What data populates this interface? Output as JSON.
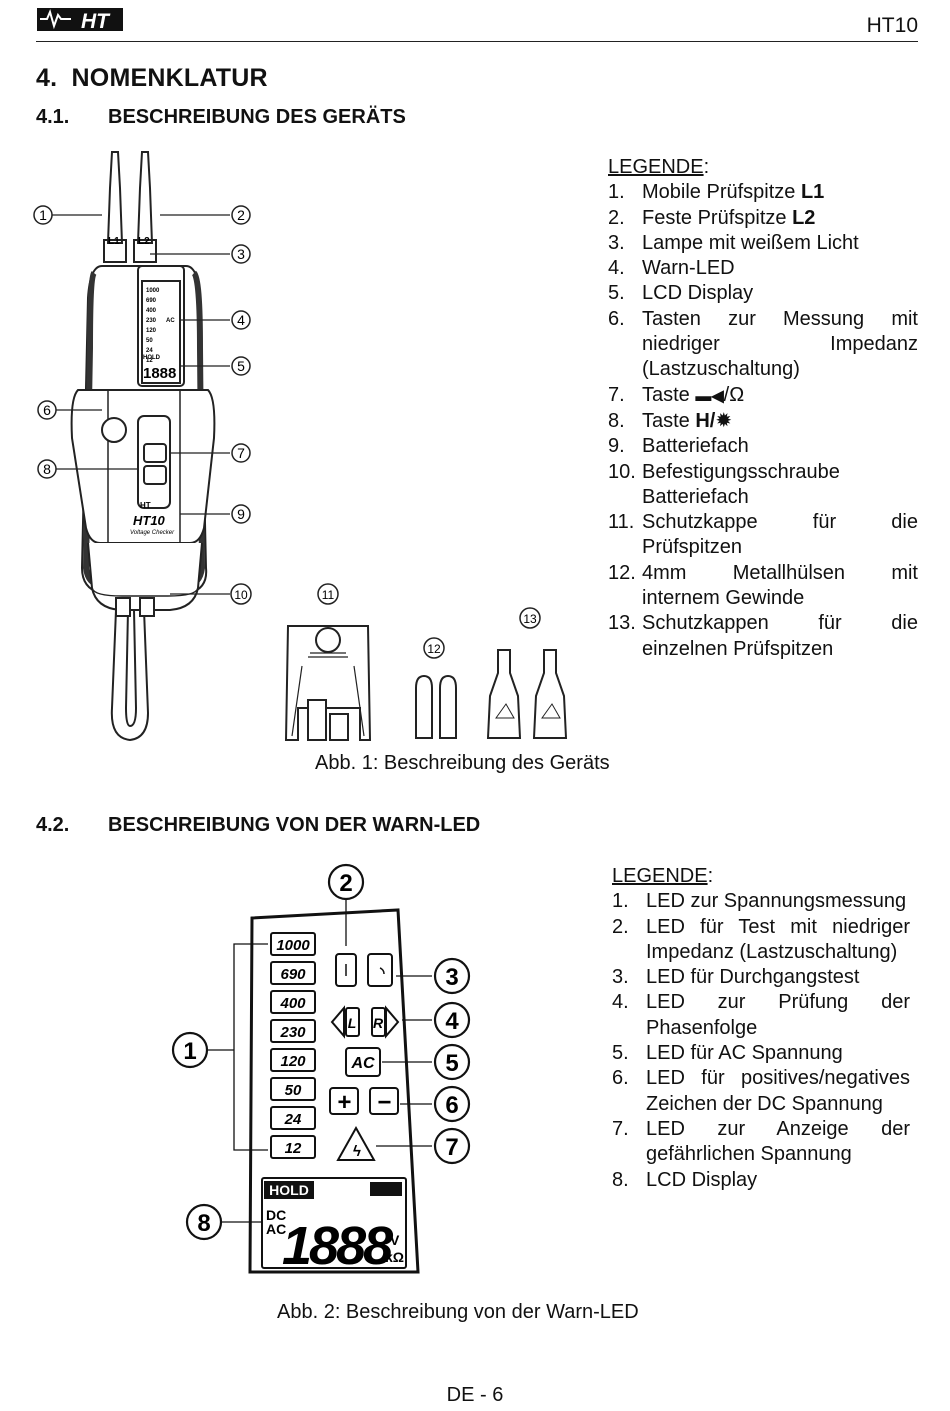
{
  "header": {
    "logo_text": "HT",
    "doc_id": "HT10"
  },
  "section": {
    "number": "4.",
    "title": "NOMENKLATUR"
  },
  "sub1": {
    "number": "4.1.",
    "title": "BESCHREIBUNG DES GERÄTS",
    "legend_title": "LEGENDE",
    "items": [
      {
        "n": "1.",
        "pre": "Mobile Prüfspitze ",
        "b": "L1",
        "post": ""
      },
      {
        "n": "2.",
        "pre": "Feste Prüfspitze ",
        "b": "L2",
        "post": ""
      },
      {
        "n": "3.",
        "pre": "Lampe mit weißem Licht",
        "b": "",
        "post": ""
      },
      {
        "n": "4.",
        "pre": "Warn-LED",
        "b": "",
        "post": ""
      },
      {
        "n": "5.",
        "pre": "LCD Display",
        "b": "",
        "post": ""
      },
      {
        "n": "6.",
        "pre": "Tasten zur Messung mit niedriger Impedanz (Lastzuschaltung)",
        "b": "",
        "post": ""
      },
      {
        "n": "7.",
        "pre": "Taste ",
        "b": "",
        "post": "/Ω"
      },
      {
        "n": "8.",
        "pre": "Taste ",
        "b": "H/",
        "post": ""
      },
      {
        "n": "9.",
        "pre": "Batteriefach",
        "b": "",
        "post": ""
      },
      {
        "n": "10.",
        "pre": "Befestigungsschraube Batteriefach",
        "b": "",
        "post": ""
      },
      {
        "n": "11.",
        "pre": "Schutzkappe für die Prüfspitzen",
        "b": "",
        "post": ""
      },
      {
        "n": "12.",
        "pre": "4mm Metallhülsen mit internem Gewinde",
        "b": "",
        "post": ""
      },
      {
        "n": "13.",
        "pre": "Schutzkappen für die einzelnen Prüfspitzen",
        "b": "",
        "post": ""
      }
    ],
    "caption": "Abb. 1: Beschreibung des Geräts",
    "device": {
      "probe_labels": [
        "L1",
        "L2"
      ],
      "lcd_labels": [
        "1000",
        "690",
        "400",
        "230",
        "120",
        "50",
        "24",
        "12"
      ],
      "lcd_ac": "AC",
      "lcd_hold": "HOLD",
      "lcd_digits": "1888",
      "brand": "HT",
      "model": "HT10",
      "subtitle": "Voltage Checker",
      "callouts": [
        "1",
        "2",
        "3",
        "4",
        "5",
        "6",
        "7",
        "8",
        "9",
        "10",
        "11",
        "12",
        "13"
      ]
    }
  },
  "sub2": {
    "number": "4.2.",
    "title": "BESCHREIBUNG VON DER WARN-LED",
    "legend_title": "LEGENDE",
    "items": [
      {
        "n": "1.",
        "t": "LED zur Spannungsmessung"
      },
      {
        "n": "2.",
        "t": "LED für Test mit niedriger Impedanz (Lastzuschaltung)"
      },
      {
        "n": "3.",
        "t": "LED für Durchgangstest"
      },
      {
        "n": "4.",
        "t": "LED zur Prüfung der Phasenfolge"
      },
      {
        "n": "5.",
        "t": "LED für AC Spannung"
      },
      {
        "n": "6.",
        "t": "LED für positives/negatives Zeichen der DC Spannung"
      },
      {
        "n": "7.",
        "t": "LED zur Anzeige der gefährlichen Spannung"
      },
      {
        "n": "8.",
        "t": "LCD Display"
      }
    ],
    "caption": "Abb. 2: Beschreibung von der Warn-LED",
    "panel": {
      "voltage_labels": [
        "1000",
        "690",
        "400",
        "230",
        "120",
        "50",
        "24",
        "12"
      ],
      "ac": "AC",
      "left": "L",
      "right": "R",
      "plus": "+",
      "minus": "−",
      "hold": "HOLD",
      "dc": "DC",
      "ac2": "AC",
      "digits": "1888",
      "v": "V",
      "kohm": "kΩ",
      "callouts": [
        "1",
        "2",
        "3",
        "4",
        "5",
        "6",
        "7",
        "8"
      ]
    }
  },
  "footer": {
    "page": "DE - 6"
  }
}
